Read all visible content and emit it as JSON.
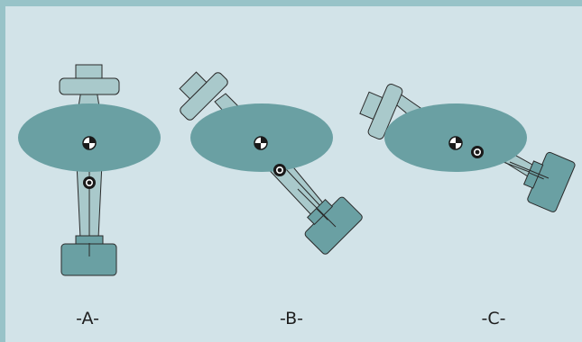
{
  "colors": {
    "background_border": "#98c3c8",
    "panel": "#d2e3e8",
    "body_fill": "#6aa0a3",
    "light_part": "#a9c9cb",
    "stroke": "#2a2a2a"
  },
  "figures": [
    {
      "id": "A",
      "label": "-A-"
    },
    {
      "id": "B",
      "label": "-B-"
    },
    {
      "id": "C",
      "label": "-C-"
    }
  ]
}
